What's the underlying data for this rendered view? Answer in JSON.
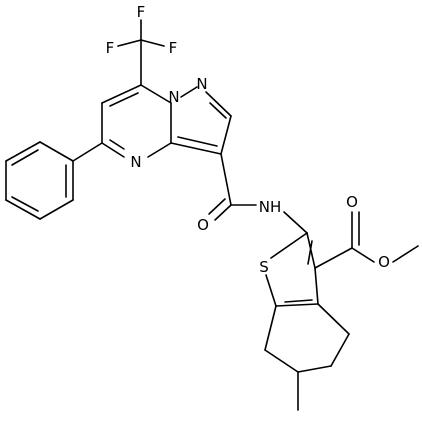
{
  "atoms": {
    "F1": "F",
    "F2": "F",
    "F3": "F",
    "N_pyrazole": "N",
    "N_bridge": "N",
    "N_pyrimidine": "N",
    "O_amide": "O",
    "NH": "NH",
    "O_ester_carbonyl": "O",
    "O_ester": "O",
    "S": "S"
  }
}
